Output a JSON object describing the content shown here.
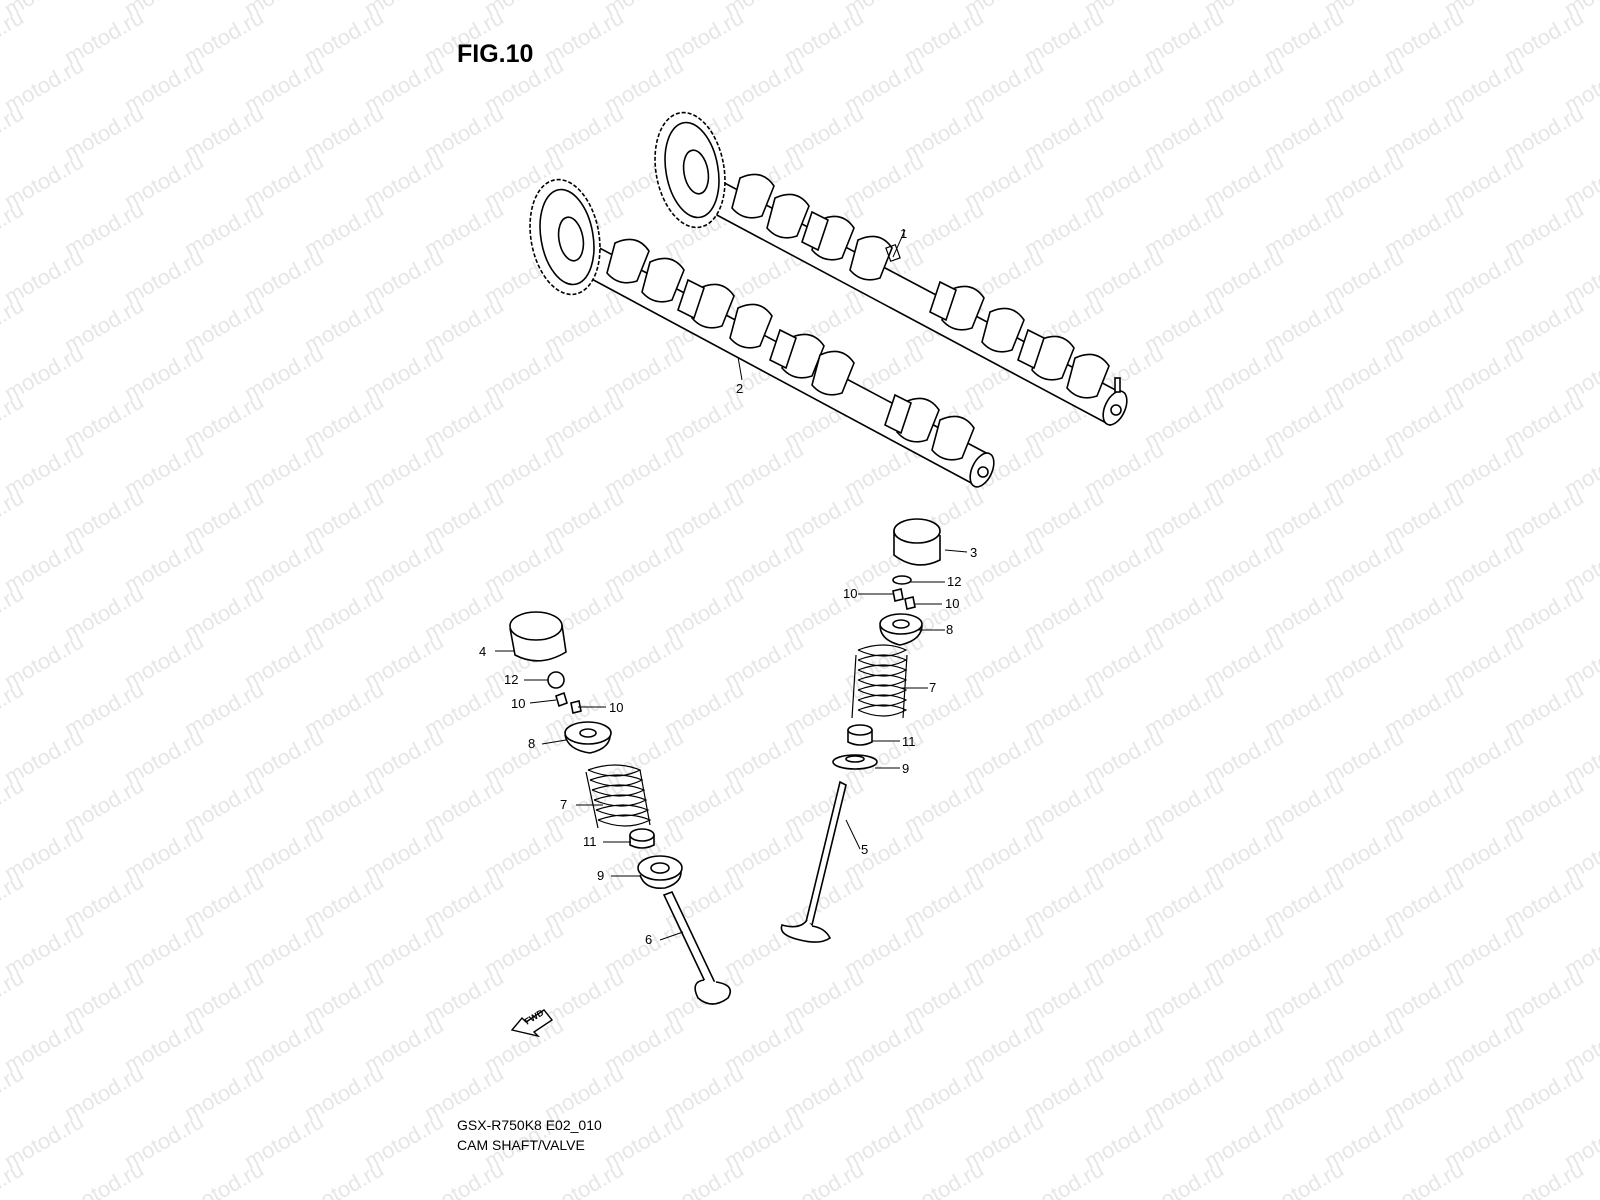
{
  "figure": {
    "title": "FIG.10",
    "model_code": "GSX-R750K8 E02_010",
    "caption": "CAM SHAFT/VALVE"
  },
  "watermark_text": "motod.ru",
  "fwd_label": "FWD",
  "callouts": {
    "c1": "1",
    "c2": "2",
    "c3": "3",
    "c4": "4",
    "c5": "5",
    "c6": "6",
    "c7a": "7",
    "c7b": "7",
    "c8a": "8",
    "c8b": "8",
    "c9a": "9",
    "c9b": "9",
    "c10a": "10",
    "c10b": "10",
    "c10c": "10",
    "c10d": "10",
    "c11a": "11",
    "c11b": "11",
    "c12a": "12",
    "c12b": "12"
  },
  "parts": [
    "camshaft-1",
    "camshaft-2",
    "tappet-3",
    "tappet-4",
    "valve-5",
    "valve-6",
    "valve-spring-7",
    "retainer-8",
    "spring-seat-9",
    "cotter-10",
    "oil-seal-11",
    "shim-12"
  ],
  "colors": {
    "line": "#000000",
    "background": "#ffffff",
    "watermark": "#e6e6e6"
  }
}
